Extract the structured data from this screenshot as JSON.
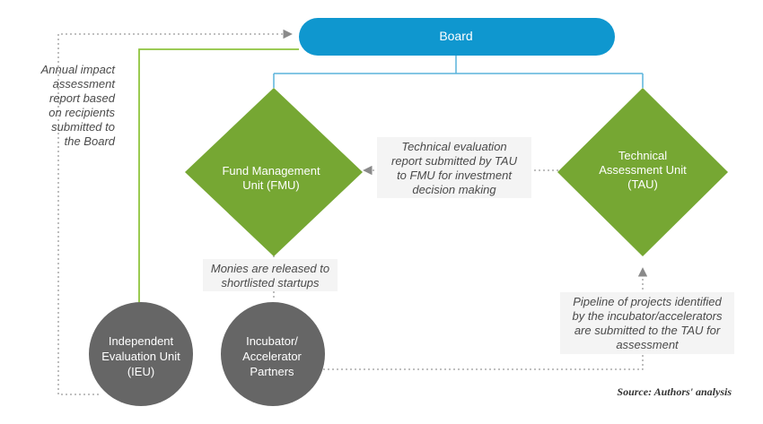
{
  "colors": {
    "board_blue": "#0f97cf",
    "diamond_green": "#76a733",
    "circle_gray": "#666666",
    "green_line": "#8fc43e",
    "blue_line": "#5ab4dc",
    "dotted_gray": "#9a9a9a"
  },
  "nodes": {
    "board": "Board",
    "fmu": [
      "Fund Management",
      "Unit (FMU)"
    ],
    "tau": [
      "Technical",
      "Assessment Unit",
      "(TAU)"
    ],
    "ieu": [
      "Independent",
      "Evaluation Unit",
      "(IEU)"
    ],
    "incubator": [
      "Incubator/",
      "Accelerator",
      "Partners"
    ]
  },
  "notes": {
    "annual": [
      "Annual impact",
      "assessment",
      "report based",
      "on recipients",
      "submitted to",
      "the Board"
    ],
    "technical": [
      "Technical evaluation",
      "report submitted by TAU",
      "to FMU for investment",
      "decision making"
    ],
    "monies": [
      "Monies are released to",
      "shortlisted startups"
    ],
    "pipeline": [
      "Pipeline of projects identified",
      "by the incubator/accelerators",
      "are submitted to the TAU for",
      "assessment"
    ]
  },
  "source": "Source: Authors' analysis"
}
